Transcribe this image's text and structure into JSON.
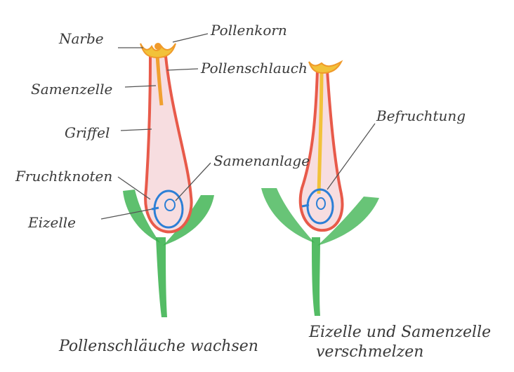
{
  "colors": {
    "paper": "#ffffff",
    "ink": "#3a3a3a",
    "style_red": "#e85a4a",
    "style_fill": "#f7dde0",
    "stigma_yellow": "#f2c23a",
    "stigma_orange": "#f09a2a",
    "tube_orange": "#f0a030",
    "ovary_blue": "#2c7fd6",
    "stem_green": "#36b04a"
  },
  "left_flower": {
    "labels": {
      "narbe": "Narbe",
      "pollenkorn": "Pollenkorn",
      "pollenschlauch": "Pollenschlauch",
      "samenzelle": "Samenzelle",
      "griffel": "Griffel",
      "samenanlage": "Samenanlage",
      "fruchtknoten": "Fruchtknoten",
      "eizelle": "Eizelle"
    },
    "caption": "Pollenschläuche wachsen"
  },
  "right_flower": {
    "labels": {
      "befruchtung": "Befruchtung"
    },
    "caption_line1": "Eizelle und Samenzelle",
    "caption_line2": "verschmelzen"
  }
}
